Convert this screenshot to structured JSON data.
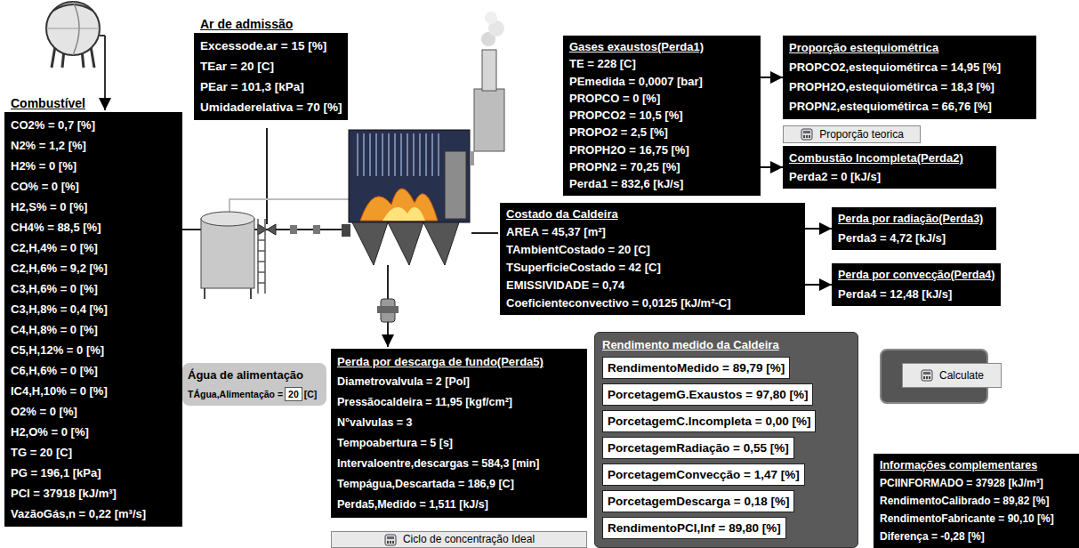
{
  "diagram": {
    "nodes": [
      {
        "text": [
          "Combustível",
          "CO2% = 0,7 [%]",
          "N2% = 1,2 [%]",
          "H2% = 0 [%]",
          "CO% = 0 [%]",
          "H2,S% = 0 [%]",
          "CH4% = 88,5 [%]",
          "C2,H,4% = 0 [%]",
          "C2,H,6% = 9,2 [%]",
          "C3,H,6% = 0 [%]",
          "C3,H,8% = 0,4 [%]",
          "C4,H,8% = 0 [%]",
          "C5,H,12% = 0 [%]",
          "C6,H,6% = 0 [%]",
          "IC4,H,10% = 0 [%]",
          "O2% = 0 [%]",
          "H2,O% = 0 [%]",
          "TG = 20 [C]",
          "PG = 196,1 [kPa]",
          "PCI = 37918 [kJ/m³]",
          "VazãoGás,n = 0,22 [m³/s]"
        ]
      },
      {
        "text": [
          "Ar de admissão",
          "Excessode.ar = 15 [%]",
          "TEar = 20 [C]",
          "PEar = 101,3 [kPa]",
          "Umidaderelativa = 70 [%]"
        ]
      },
      {
        "text": [
          "Gases exaustos(Perda1)",
          "TE = 228 [C]",
          "PEmedida = 0,0007 [bar]",
          "PROPCO = 0 [%]",
          "PROPCO2 = 10,5 [%]",
          "PROPO2 = 2,5 [%]",
          "PROPH2O = 16,75 [%]",
          "PROPN2 = 70,25 [%]",
          "Perda1 = 832,6 [kJ/s]"
        ]
      },
      {
        "text": [
          "Proporção estequiométrica",
          "PROPCO2,estequiométirca = 14,95 [%]",
          "PROPH2O,estequiométirca = 18,3 [%]",
          "PROPN2,estequiométirca = 66,76 [%]"
        ]
      },
      {
        "text": [
          "Proporção teorica"
        ]
      },
      {
        "text": [
          "Combustão Incompleta(Perda2)",
          "Perda2 = 0 [kJ/s]"
        ]
      },
      {
        "text": [
          "Costado da Caldeira",
          "AREA = 45,37 [m²]",
          "TAmbientCostado = 20 [C]",
          "TSuperficieCostado = 42 [C]",
          "EMISSIVIDADE = 0,74",
          "Coeficienteconvectivo = 0,0125 [kJ/m²-C]"
        ]
      },
      {
        "text": [
          "Perda por radiação(Perda3)",
          "Perda3 = 4,72 [kJ/s]"
        ]
      },
      {
        "text": [
          "Perda por convecção(Perda4)",
          "Perda4 = 12,48 [kJ/s]"
        ]
      },
      {
        "text": [
          "Água de alimentação",
          "TÁgua,Alimentação =",
          "20",
          "[C]"
        ]
      },
      {
        "text": [
          "Perda por descarga de fundo(Perda5)",
          "Diametrovalvula = 2 [Pol]",
          "Pressãocaldeira = 11,95 [kgf/cm²]",
          "N°valvulas = 3",
          "Tempoabertura = 5 [s]",
          "Intervaloentre,descargas = 584,3 [min]",
          "Tempágua,Descartada = 186,9 [C]",
          "Perda5,Medido = 1,511 [kJ/s]"
        ]
      },
      {
        "text": [
          "Ciclo de concentração Ideal"
        ]
      },
      {
        "text": [
          "Rendimento medido da Caldeira"
        ]
      },
      {
        "text": [
          "RendimentoMedido = 89,79 [%]"
        ],
        "in": 12
      },
      {
        "text": [
          "PorcetagemG.Exaustos = 97,80 [%]"
        ],
        "in": 12
      },
      {
        "text": [
          "PorcetagemC.Incompleta = 0,00 [%]"
        ],
        "in": 12
      },
      {
        "text": [
          "PorcetagemRadiação = 0,55 [%]"
        ],
        "in": 12
      },
      {
        "text": [
          "PorcetagemConvecção = 1,47 [%]"
        ],
        "in": 12
      },
      {
        "text": [
          "PorcetagemDescarga = 0,18 [%]"
        ],
        "in": 12
      },
      {
        "text": [
          "RendimentoPCI,Inf = 89,80 [%]"
        ],
        "in": 12
      },
      {
        "text": [
          "Calculate"
        ]
      },
      {
        "text": [
          "Informações complementares",
          "PCIINFORMADO = 37928 [kJ/m³]",
          "RendimentoCalibrado = 89,82 [%]",
          "RendimentoFabricante = 90,10 [%]",
          "Diferença = -0,28 [%]"
        ]
      }
    ],
    "edges": [
      {
        "from": 2,
        "to": 3,
        "arrow": "to"
      },
      {
        "from": 2,
        "to": 5,
        "arrow": "to"
      },
      {
        "from": 6,
        "to": 7,
        "arrow": "to"
      },
      {
        "from": 6,
        "to": 8,
        "arrow": "to"
      }
    ]
  }
}
